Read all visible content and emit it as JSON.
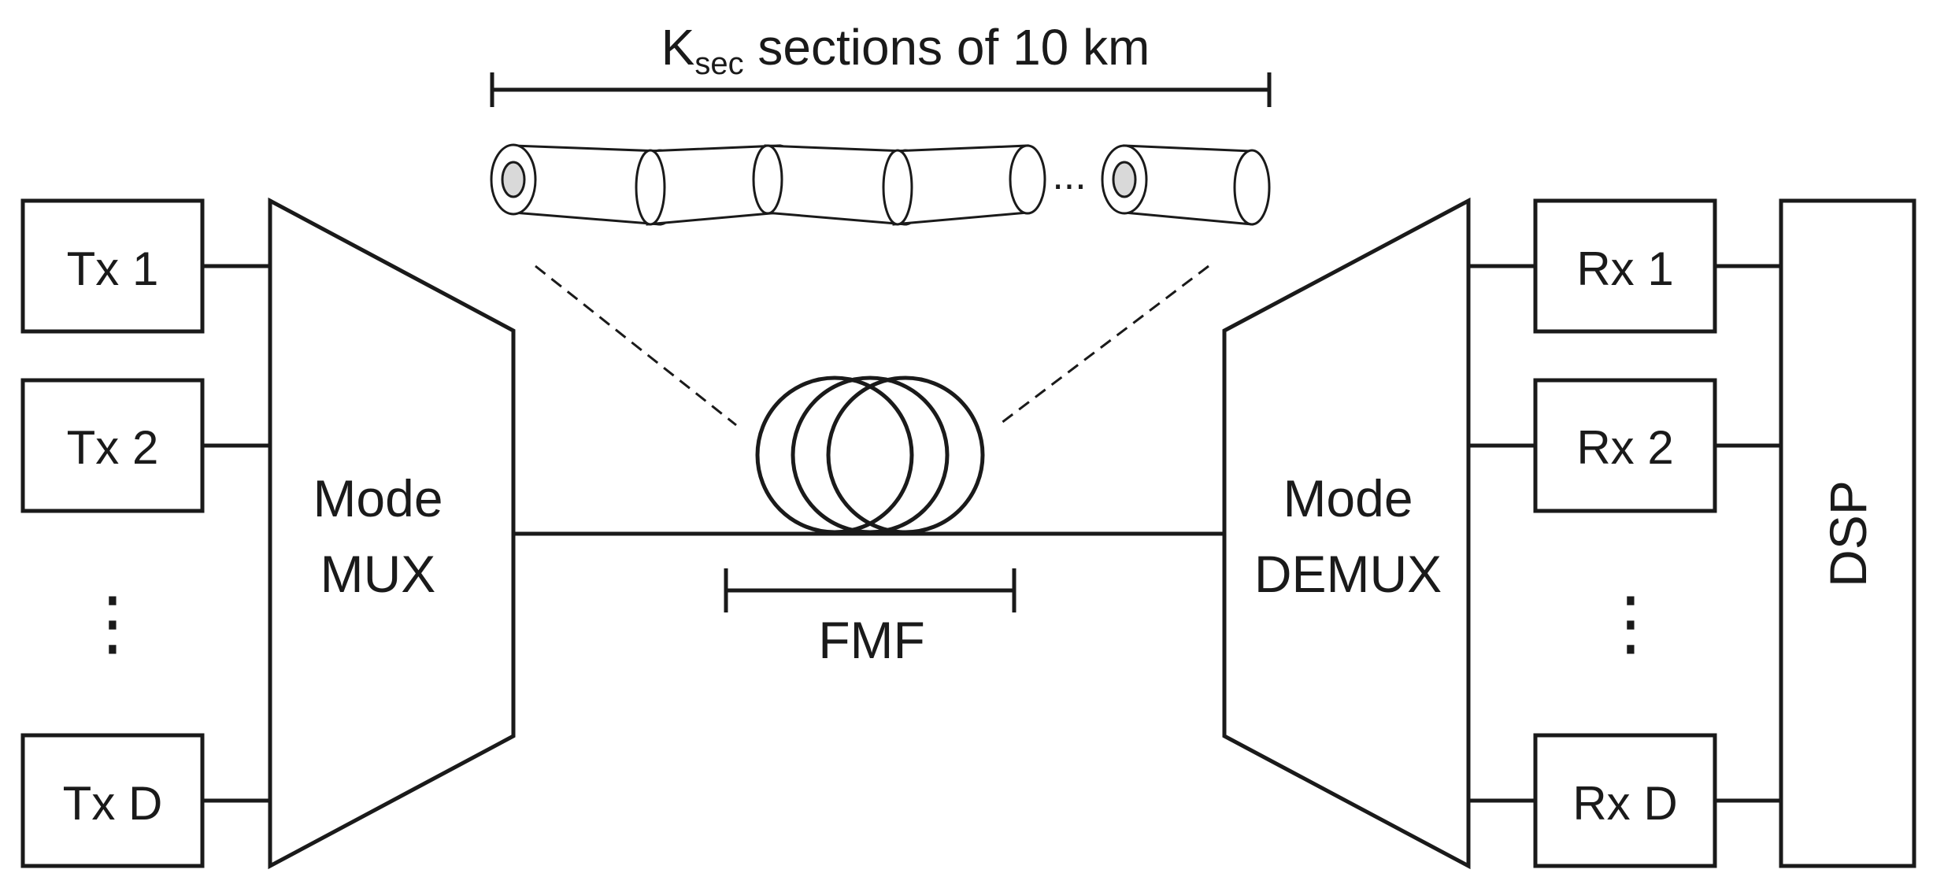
{
  "top_label": {
    "main": "K",
    "subscript": "sec",
    "rest": " sections of 10 km"
  },
  "ellipsis": "...",
  "transmitters": [
    {
      "label": "Tx 1"
    },
    {
      "label": "Tx 2"
    },
    {
      "label": "Tx D"
    }
  ],
  "receivers": [
    {
      "label": "Rx 1"
    },
    {
      "label": "Rx 2"
    },
    {
      "label": "Rx D"
    }
  ],
  "vertical_dots": "⋮",
  "mux": {
    "line1": "Mode",
    "line2": "MUX"
  },
  "demux": {
    "line1": "Mode",
    "line2": "DEMUX"
  },
  "fiber_label": "FMF",
  "dsp_label": "DSP"
}
